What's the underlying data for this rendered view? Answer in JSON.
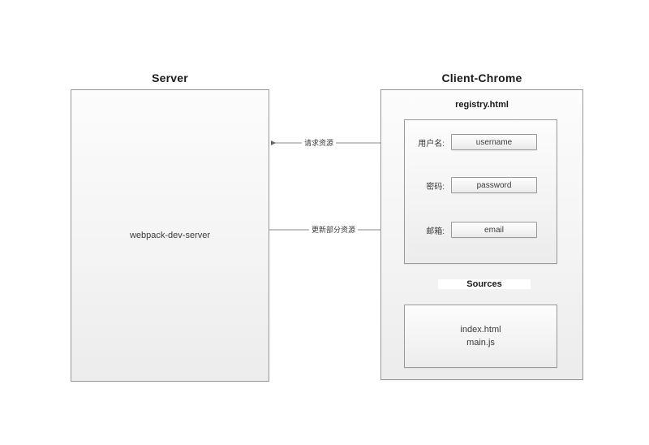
{
  "diagram": {
    "title_server": "Server",
    "title_client": "Client-Chrome",
    "background_color": "#ffffff",
    "box_border_color": "#9a9a9a",
    "text_color": "#333333"
  },
  "server_panel": {
    "title": "Server",
    "label": "webpack-dev-server"
  },
  "client_panel": {
    "title": "Client-Chrome",
    "registry": {
      "title": "registry.html",
      "fields": [
        {
          "label": "用户名:",
          "value": "username"
        },
        {
          "label": "密码:",
          "value": "password"
        },
        {
          "label": "邮箱:",
          "value": "email"
        }
      ]
    },
    "sources": {
      "edge_label": "Sources",
      "text": "index.html\nmain.js"
    }
  },
  "connections": [
    {
      "label": "请求资源",
      "direction": "client-to-server"
    },
    {
      "label": "更新部分资源",
      "direction": "server-to-client"
    }
  ]
}
